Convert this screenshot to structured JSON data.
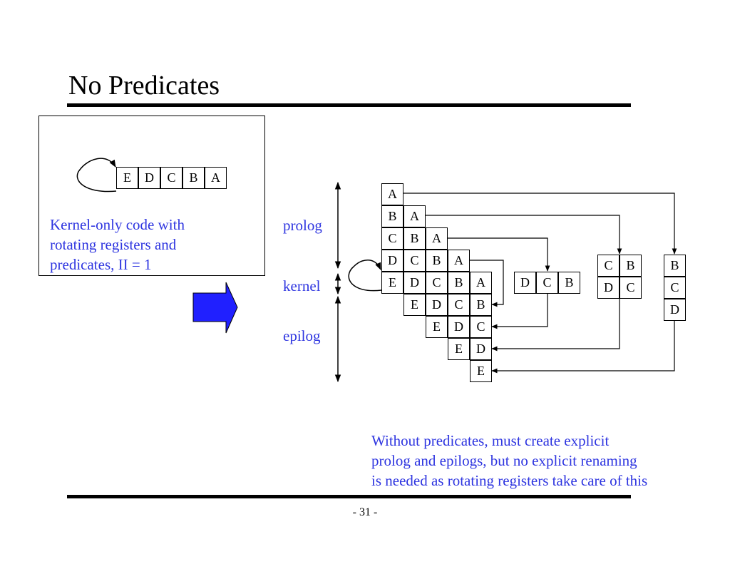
{
  "slide": {
    "title": "No Predicates",
    "page_number": "- 31 -"
  },
  "kernel_panel": {
    "stages": [
      "E",
      "D",
      "C",
      "B",
      "A"
    ],
    "caption_lines": [
      "Kernel-only code with",
      "rotating registers and",
      "predicates, II = 1"
    ]
  },
  "transform_arrow_color": "#2020ff",
  "text_color_accent": "#2e35e0",
  "phase_labels": {
    "prolog": "prolog",
    "kernel": "kernel",
    "epilog": "epilog"
  },
  "schedule": {
    "rows": [
      [
        "A"
      ],
      [
        "B",
        "A"
      ],
      [
        "C",
        "B",
        "A"
      ],
      [
        "D",
        "C",
        "B",
        "A"
      ],
      [
        "E",
        "D",
        "C",
        "B",
        "A"
      ],
      [
        "E",
        "D",
        "C",
        "B"
      ],
      [
        "E",
        "D",
        "C"
      ],
      [
        "E",
        "D"
      ],
      [
        "E"
      ]
    ],
    "copy_blocks": [
      {
        "cells": [
          [
            "D",
            "C",
            "B"
          ]
        ]
      },
      {
        "cells": [
          [
            "C",
            "B"
          ],
          [
            "D",
            "C"
          ]
        ]
      },
      {
        "cells": [
          [
            "B"
          ],
          [
            "C"
          ],
          [
            "D"
          ]
        ]
      }
    ]
  },
  "footnote_lines": [
    "Without predicates, must create explicit",
    "prolog and epilogs, but no explicit renaming",
    "is needed as rotating registers take care of this"
  ]
}
